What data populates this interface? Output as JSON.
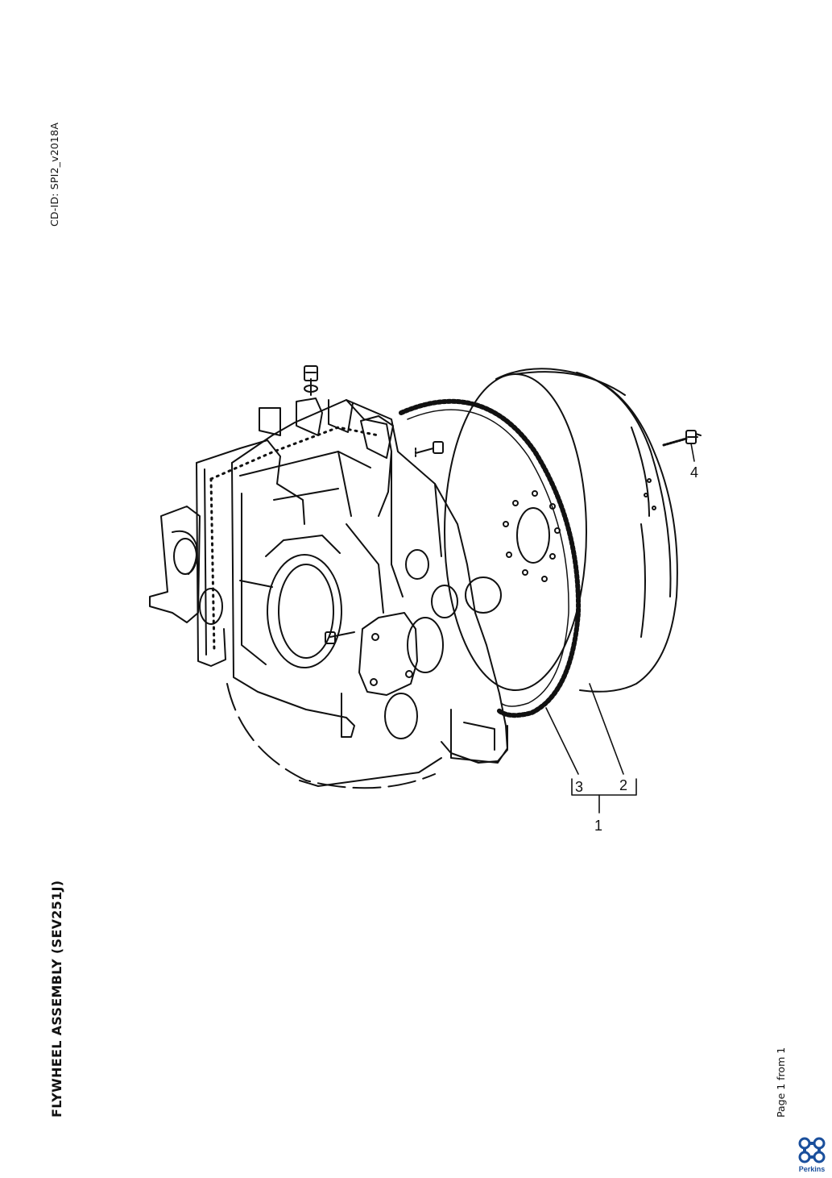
{
  "document": {
    "cd_id": "CD-ID: SPI2_v2018A",
    "title": "FLYWHEEL ASSEMBLY (SEV251J)",
    "page_label": "Page 1 from 1"
  },
  "diagram": {
    "callouts": [
      {
        "id": "1",
        "label": "1"
      },
      {
        "id": "2",
        "label": "2"
      },
      {
        "id": "3",
        "label": "3"
      },
      {
        "id": "4",
        "label": "4"
      }
    ]
  },
  "brand": {
    "name": "Perkins",
    "color": "#1a4f9c"
  }
}
